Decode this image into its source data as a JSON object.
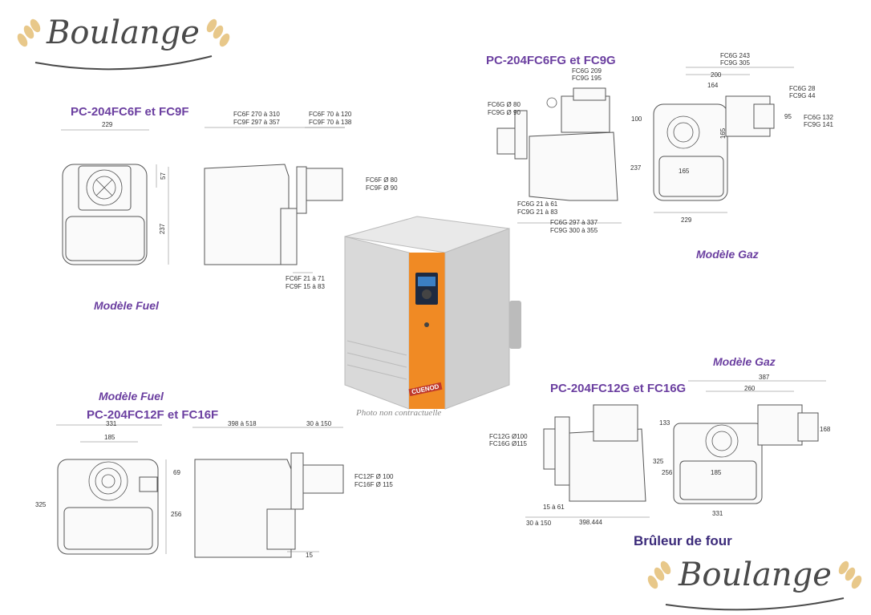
{
  "logos": {
    "top": "Boulange",
    "bottom": "Boulange"
  },
  "titles": {
    "fc6f": "PC-204FC6F et FC9F",
    "fc6fg": "PC-204FC6FG et FC9G",
    "fc12f": "PC-204FC12F et FC16F",
    "fc12g": "PC-204FC12G et FC16G"
  },
  "models": {
    "fuel1": "Modèle Fuel",
    "gaz1": "Modèle Gaz",
    "fuel2": "Modèle Fuel",
    "gaz2": "Modèle Gaz"
  },
  "photo_note": "Photo non contractuelle",
  "caption": "Brûleur de four",
  "product_label": "CUENOD",
  "dims": {
    "d229a": "229",
    "d57": "57",
    "d237a": "237",
    "fc6f_len1": "FC6F 270 à 310",
    "fc9f_len1": "FC9F 297 à 357",
    "fc6f_len2": "FC6F 70 à 120",
    "fc9f_len2": "FC9F 70 à 138",
    "fc6f_dia": "FC6F Ø 80",
    "fc9f_dia": "FC9F Ø 90",
    "fc6f_off": "FC6F 21 à 71",
    "fc9f_off": "FC9F 15 à 83",
    "fc6g_209": "FC6G 209",
    "fc9g_195": "FC9G 195",
    "fc6g_d80": "FC6G Ø 80",
    "fc9g_d90": "FC9G Ø 90",
    "fc6g_off": "FC6G 21 à 61",
    "fc9g_off": "FC9G 21 à 83",
    "fc6g_len": "FC6G 297 à 337",
    "fc9g_len": "FC9G 300 à 355",
    "fc6g_243": "FC6G 243",
    "fc9g_305": "FC9G 305",
    "d200": "200",
    "d164": "164",
    "fc6g_28": "FC6G 28",
    "fc9g_44": "FC9G 44",
    "d100": "100",
    "d95": "95",
    "fc6g_132": "FC6G 132",
    "fc9g_141": "FC9G 141",
    "d165a": "165",
    "d237b": "237",
    "d165b": "165",
    "d229b": "229",
    "d331a": "331",
    "d185a": "185",
    "d69": "69",
    "d325a": "325",
    "d256a": "256",
    "fc12f_len": "398 à 518",
    "fc12f_30": "30 à 150",
    "fc12f_dia": "FC12F Ø 100",
    "fc16f_dia": "FC16F Ø 115",
    "d15": "15",
    "fc12g_dia": "FC12G Ø100",
    "fc16g_dia": "FC16G Ø115",
    "d387": "387",
    "d260": "260",
    "d133": "133",
    "d168": "168",
    "d325b": "325",
    "d256b": "256",
    "d185b": "185",
    "d331b": "331",
    "d15a61": "15 à 61",
    "d30a150": "30 à 150",
    "d398": "398.444"
  }
}
